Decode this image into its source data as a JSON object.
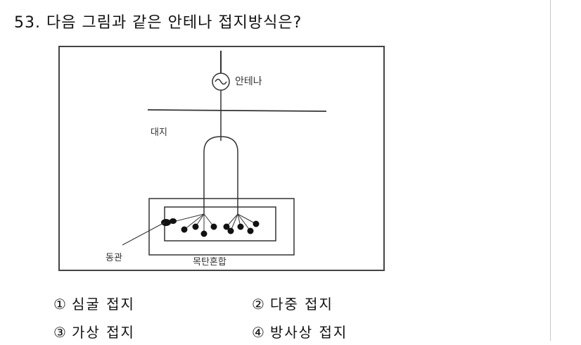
{
  "question": {
    "number": "53.",
    "text": "다음 그림과 같은 안테나 접지방식은?"
  },
  "figure": {
    "antenna_label": "안테나",
    "ground_label": "대지",
    "pipe_label": "동관",
    "mixture_label": "목탄혼합"
  },
  "options": [
    {
      "num": "①",
      "text": "심굴 접지"
    },
    {
      "num": "②",
      "text": "다중 접지"
    },
    {
      "num": "③",
      "text": "가상 접지"
    },
    {
      "num": "④",
      "text": "방사상 접지"
    }
  ]
}
